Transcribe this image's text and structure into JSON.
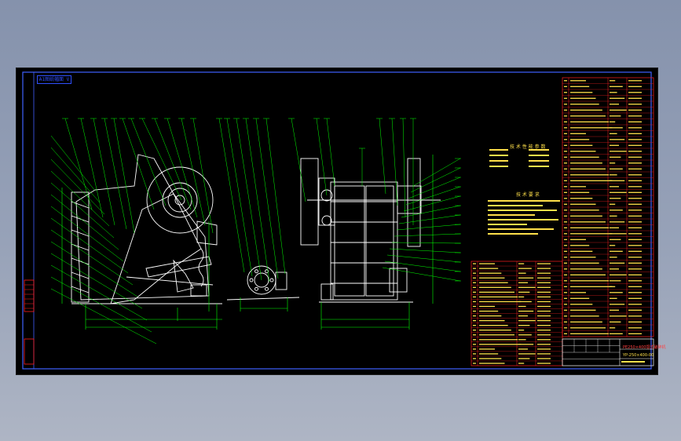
{
  "app": {
    "background_color": "#8a96ae",
    "canvas_color": "#000000"
  },
  "drawing": {
    "sheet_tag": "A1图纸幅面 V",
    "colors": {
      "outline": "#4060ff",
      "geometry": "#ffffff",
      "dimension": "#00ff00",
      "table_border": "#ff2020",
      "table_text": "#ffe04a"
    },
    "spec_title": "技 术 性 能 参 数",
    "tech_title": "技 术 要 求",
    "drawing_name": "PE250×400颚式破碎机",
    "drawing_number": "YP-250×400-00"
  }
}
